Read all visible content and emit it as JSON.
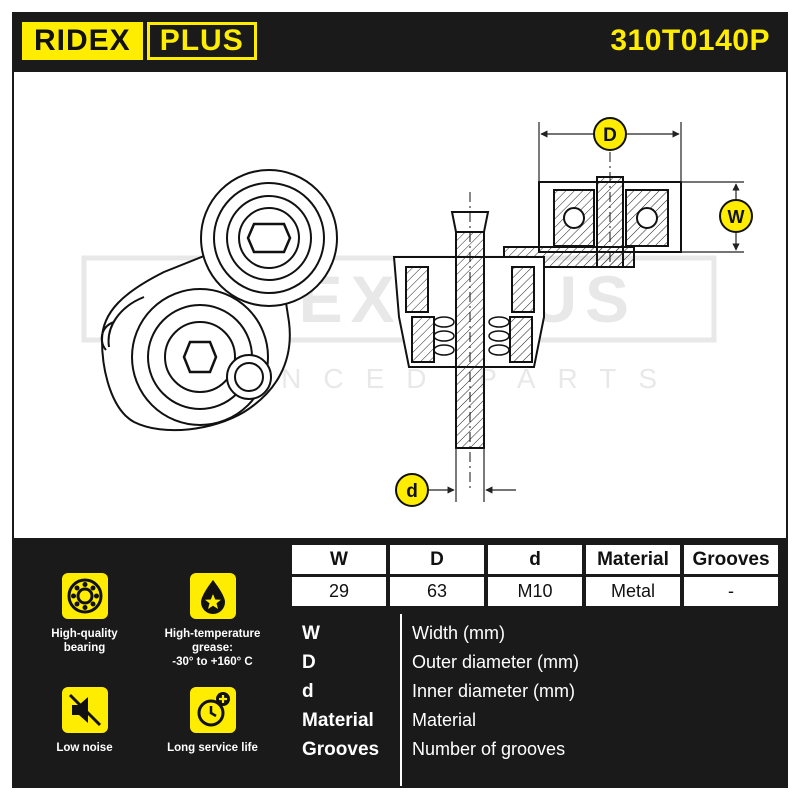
{
  "header": {
    "logo_ridex": "RIDEX",
    "logo_plus": "PLUS",
    "part_number": "310T0140P"
  },
  "watermark": {
    "brand": "RIDEX PLUS",
    "tagline": "ADVANCED PARTS"
  },
  "dimension_labels": {
    "D": "D",
    "W": "W",
    "d": "d"
  },
  "features": [
    {
      "label": "High-quality\nbearing",
      "icon": "bearing-icon"
    },
    {
      "label": "High-temperature\ngrease:\n-30° to +160° C",
      "icon": "grease-drop-icon"
    },
    {
      "label": "Low noise",
      "icon": "speaker-mute-icon"
    },
    {
      "label": "Long service life",
      "icon": "clock-plus-icon"
    }
  ],
  "spec_table": {
    "headers": [
      "W",
      "D",
      "d",
      "Material",
      "Grooves"
    ],
    "values": [
      "29",
      "63",
      "M10",
      "Metal",
      "-"
    ]
  },
  "legend": [
    {
      "key": "W",
      "desc": "Width (mm)"
    },
    {
      "key": "D",
      "desc": "Outer diameter (mm)"
    },
    {
      "key": "d",
      "desc": "Inner diameter (mm)"
    },
    {
      "key": "Material",
      "desc": "Material"
    },
    {
      "key": "Grooves",
      "desc": "Number of grooves"
    }
  ],
  "colors": {
    "accent": "#ffed00",
    "dark": "#1a1a1a"
  }
}
